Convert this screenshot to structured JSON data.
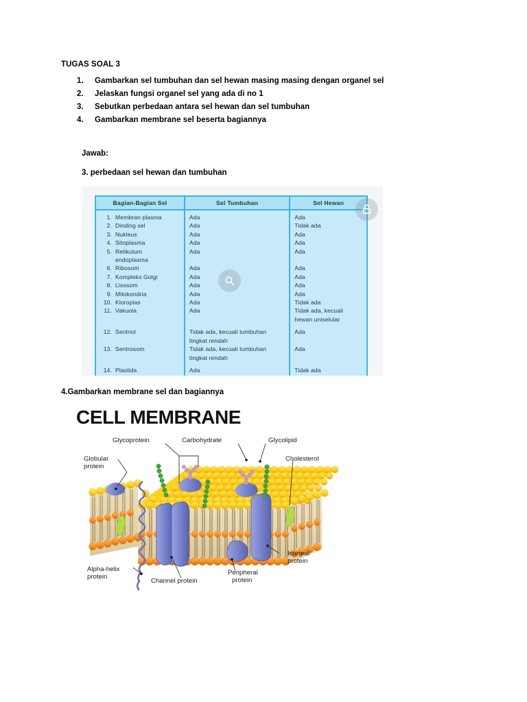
{
  "document": {
    "title": "TUGAS SOAL 3",
    "questions": [
      {
        "num": "1.",
        "text": "Gambarkan sel tumbuhan dan sel hewan masing masing dengan organel sel"
      },
      {
        "num": "2.",
        "text": "Jelaskan fungsi organel sel yang ada di no 1"
      },
      {
        "num": "3.",
        "text": "Sebutkan perbedaan antara sel hewan dan sel tumbuhan"
      },
      {
        "num": "4.",
        "text": "Gambarkan membrane sel beserta bagiannya"
      }
    ],
    "answer_label": "Jawab:",
    "answer_3_heading": "3. perbedaan sel hewan dan tumbuhan",
    "answer_4_heading": "4.Gambarkan membrane sel dan bagiannya"
  },
  "comparison_table": {
    "headers": [
      "Bagian-Bagian Sel",
      "Sel Tumbuhan",
      "Sel Hewan"
    ],
    "rows": [
      {
        "idx": "1.",
        "name": "Membran plasma",
        "name_line2": "",
        "plant": "Ada",
        "plant_line2": "",
        "animal": "Ada",
        "animal_line2": ""
      },
      {
        "idx": "2.",
        "name": "Dinding sel",
        "name_line2": "",
        "plant": "Ada",
        "plant_line2": "",
        "animal": "Tidak ada",
        "animal_line2": ""
      },
      {
        "idx": "3.",
        "name": "Nukleus",
        "name_line2": "",
        "plant": "Ada",
        "plant_line2": "",
        "animal": "Ada",
        "animal_line2": ""
      },
      {
        "idx": "4.",
        "name": "Sitoplasma",
        "name_line2": "",
        "plant": "Ada",
        "plant_line2": "",
        "animal": "Ada",
        "animal_line2": ""
      },
      {
        "idx": "5.",
        "name": "Retikulum",
        "name_line2": "endoplasma",
        "plant": "Ada",
        "plant_line2": "",
        "animal": "Ada",
        "animal_line2": ""
      },
      {
        "idx": "6.",
        "name": "Ribosom",
        "name_line2": "",
        "plant": "Ada",
        "plant_line2": "",
        "animal": "Ada",
        "animal_line2": ""
      },
      {
        "idx": "7.",
        "name": "Kompleks Golgi",
        "name_line2": "",
        "plant": "Ada",
        "plant_line2": "",
        "animal": "Ada",
        "animal_line2": ""
      },
      {
        "idx": "8.",
        "name": "Lisosom",
        "name_line2": "",
        "plant": "Ada",
        "plant_line2": "",
        "animal": "Ada",
        "animal_line2": ""
      },
      {
        "idx": "9.",
        "name": "Mitokondria",
        "name_line2": "",
        "plant": "Ada",
        "plant_line2": "",
        "animal": "Ada",
        "animal_line2": ""
      },
      {
        "idx": "10.",
        "name": "Kloroplas",
        "name_line2": "",
        "plant": "Ada",
        "plant_line2": "",
        "animal": "Tidak ada",
        "animal_line2": ""
      },
      {
        "idx": "11.",
        "name": "Vakuola",
        "name_line2": "",
        "plant": "Ada",
        "plant_line2": "",
        "animal": "Tidak ada, kecuali",
        "animal_line2": "hewan uniselular"
      },
      {
        "idx": "12.",
        "name": "Sentriol",
        "name_line2": "",
        "plant": "Tidak ada, kecuali tumbuhan",
        "plant_line2": "tingkat rendah",
        "animal": "Ada",
        "animal_line2": ""
      },
      {
        "idx": "13.",
        "name": "Sentrosom",
        "name_line2": "",
        "plant": "Tidak ada, kecuali tumbuhan",
        "plant_line2": "tingkat rendah",
        "animal": "Ada",
        "animal_line2": ""
      },
      {
        "idx": "14.",
        "name": "Plastida",
        "name_line2": "",
        "plant": "Ada",
        "plant_line2": "",
        "animal": "Tidak ada",
        "animal_line2": ""
      }
    ],
    "colors": {
      "header_bg": "#ade1f4",
      "body_bg": "#c8e9f9",
      "border": "#3fb3dd",
      "figure_bg": "#f3f6f8",
      "text": "#16384c"
    },
    "overlays": [
      {
        "icon": "search-icon"
      },
      {
        "icon": "lock-icon"
      }
    ]
  },
  "membrane_figure": {
    "title": "CELL MEMBRANE",
    "labels": {
      "glycoprotein": "Glycoprotein",
      "carbohydrate": "Carbohydrate",
      "glycolipid": "Glycolipid",
      "globular_protein_l1": "Globular",
      "globular_protein_l2": "protein",
      "cholesterol": "Cholesterol",
      "alpha_helix_l1": "Alpha-helix",
      "alpha_helix_l2": "protein",
      "channel_protein": "Channel protein",
      "peripheral_protein_l1": "Peripheral",
      "peripheral_protein_l2": "protein",
      "integral_protein_l1": "Integral",
      "integral_protein_l2": "protein"
    },
    "colors": {
      "head_group": "#ffd21f",
      "head_group_front": "#f79028",
      "protein": "#7b86cf",
      "glycan_green": "#3fa341",
      "glycan_pink": "#c79ec8",
      "cholesterol": "#b8d94a",
      "tail": "#d9c08a"
    }
  }
}
